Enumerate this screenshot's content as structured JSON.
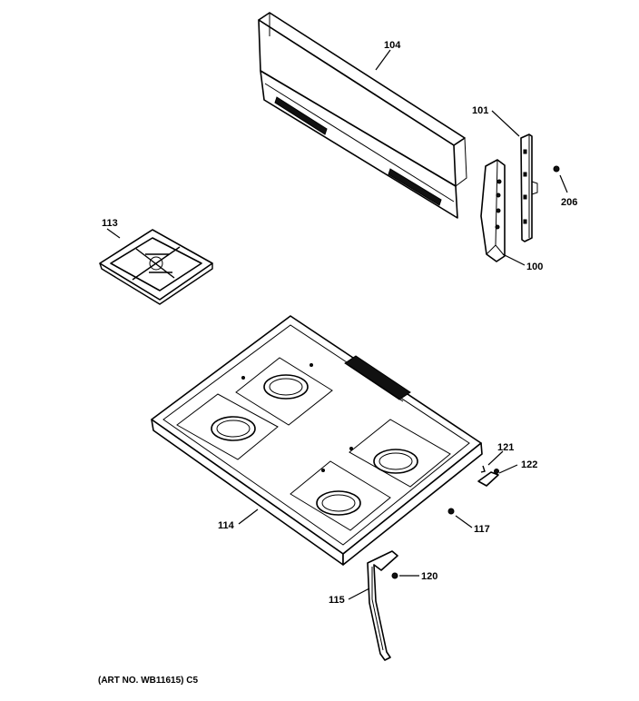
{
  "callouts": {
    "c104": "104",
    "c101": "101",
    "c206": "206",
    "c113": "113",
    "c100": "100",
    "c121": "121",
    "c122": "122",
    "c114": "114",
    "c117": "117",
    "c120": "120",
    "c115": "115"
  },
  "art_number": "(ART NO. WB11615) C5"
}
